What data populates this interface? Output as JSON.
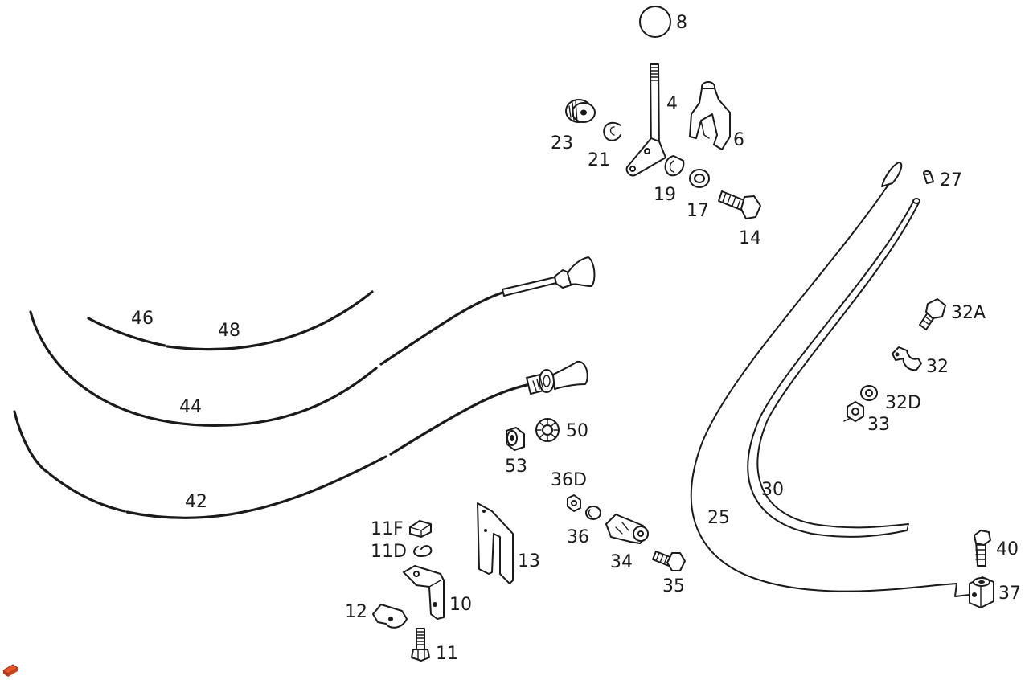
{
  "parts": [
    {
      "id": "p8",
      "label": "8"
    },
    {
      "id": "p4",
      "label": "4"
    },
    {
      "id": "p23",
      "label": "23"
    },
    {
      "id": "p21",
      "label": "21"
    },
    {
      "id": "p6",
      "label": "6"
    },
    {
      "id": "p19",
      "label": "19"
    },
    {
      "id": "p17",
      "label": "17"
    },
    {
      "id": "p14",
      "label": "14"
    },
    {
      "id": "p27",
      "label": "27"
    },
    {
      "id": "p46",
      "label": "46"
    },
    {
      "id": "p48",
      "label": "48"
    },
    {
      "id": "p44",
      "label": "44"
    },
    {
      "id": "p32A",
      "label": "32A"
    },
    {
      "id": "p32",
      "label": "32"
    },
    {
      "id": "p32D",
      "label": "32D"
    },
    {
      "id": "p33",
      "label": "33"
    },
    {
      "id": "p50",
      "label": "50"
    },
    {
      "id": "p53",
      "label": "53"
    },
    {
      "id": "p30",
      "label": "30"
    },
    {
      "id": "p42",
      "label": "42"
    },
    {
      "id": "p36D",
      "label": "36D"
    },
    {
      "id": "p25",
      "label": "25"
    },
    {
      "id": "p11F",
      "label": "11F"
    },
    {
      "id": "p36",
      "label": "36"
    },
    {
      "id": "p11D",
      "label": "11D"
    },
    {
      "id": "p13",
      "label": "13"
    },
    {
      "id": "p34",
      "label": "34"
    },
    {
      "id": "p40",
      "label": "40"
    },
    {
      "id": "p35",
      "label": "35"
    },
    {
      "id": "p10",
      "label": "10"
    },
    {
      "id": "p37",
      "label": "37"
    },
    {
      "id": "p12",
      "label": "12"
    },
    {
      "id": "p11",
      "label": "11"
    }
  ],
  "colors": {
    "line": "#1a1a1a",
    "background": "#ffffff",
    "corner_mark": "#e8532a"
  }
}
